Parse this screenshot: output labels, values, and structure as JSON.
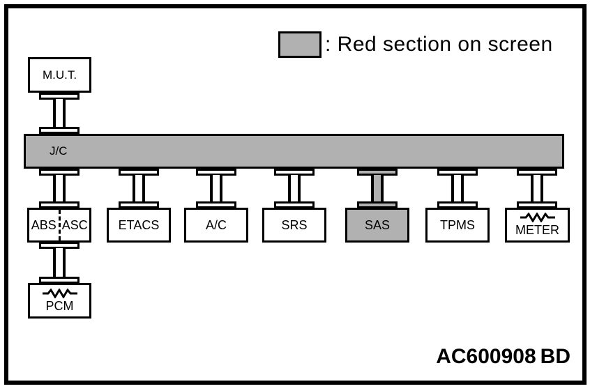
{
  "legend": {
    "swatch_meaning": "gray-highlight",
    "label": ": Red section on screen"
  },
  "bus": {
    "label": "J/C"
  },
  "nodes": {
    "mut": {
      "label": "M.U.T."
    },
    "abs_asc": {
      "label_left": "ABS",
      "label_right": "ASC"
    },
    "etacs": {
      "label": "ETACS"
    },
    "ac": {
      "label": "A/C"
    },
    "srs": {
      "label": "SRS"
    },
    "sas": {
      "label": "SAS",
      "highlighted": true
    },
    "tpms": {
      "label": "TPMS"
    },
    "meter": {
      "label": "METER",
      "terminating_resistor": true
    },
    "pcm": {
      "label": "PCM",
      "terminating_resistor": true
    }
  },
  "footer": {
    "code": "AC600908",
    "code_suffix": "BD"
  },
  "colors": {
    "highlight_gray": "#b1b1b1",
    "line_black": "#000000",
    "background": "#ffffff"
  }
}
